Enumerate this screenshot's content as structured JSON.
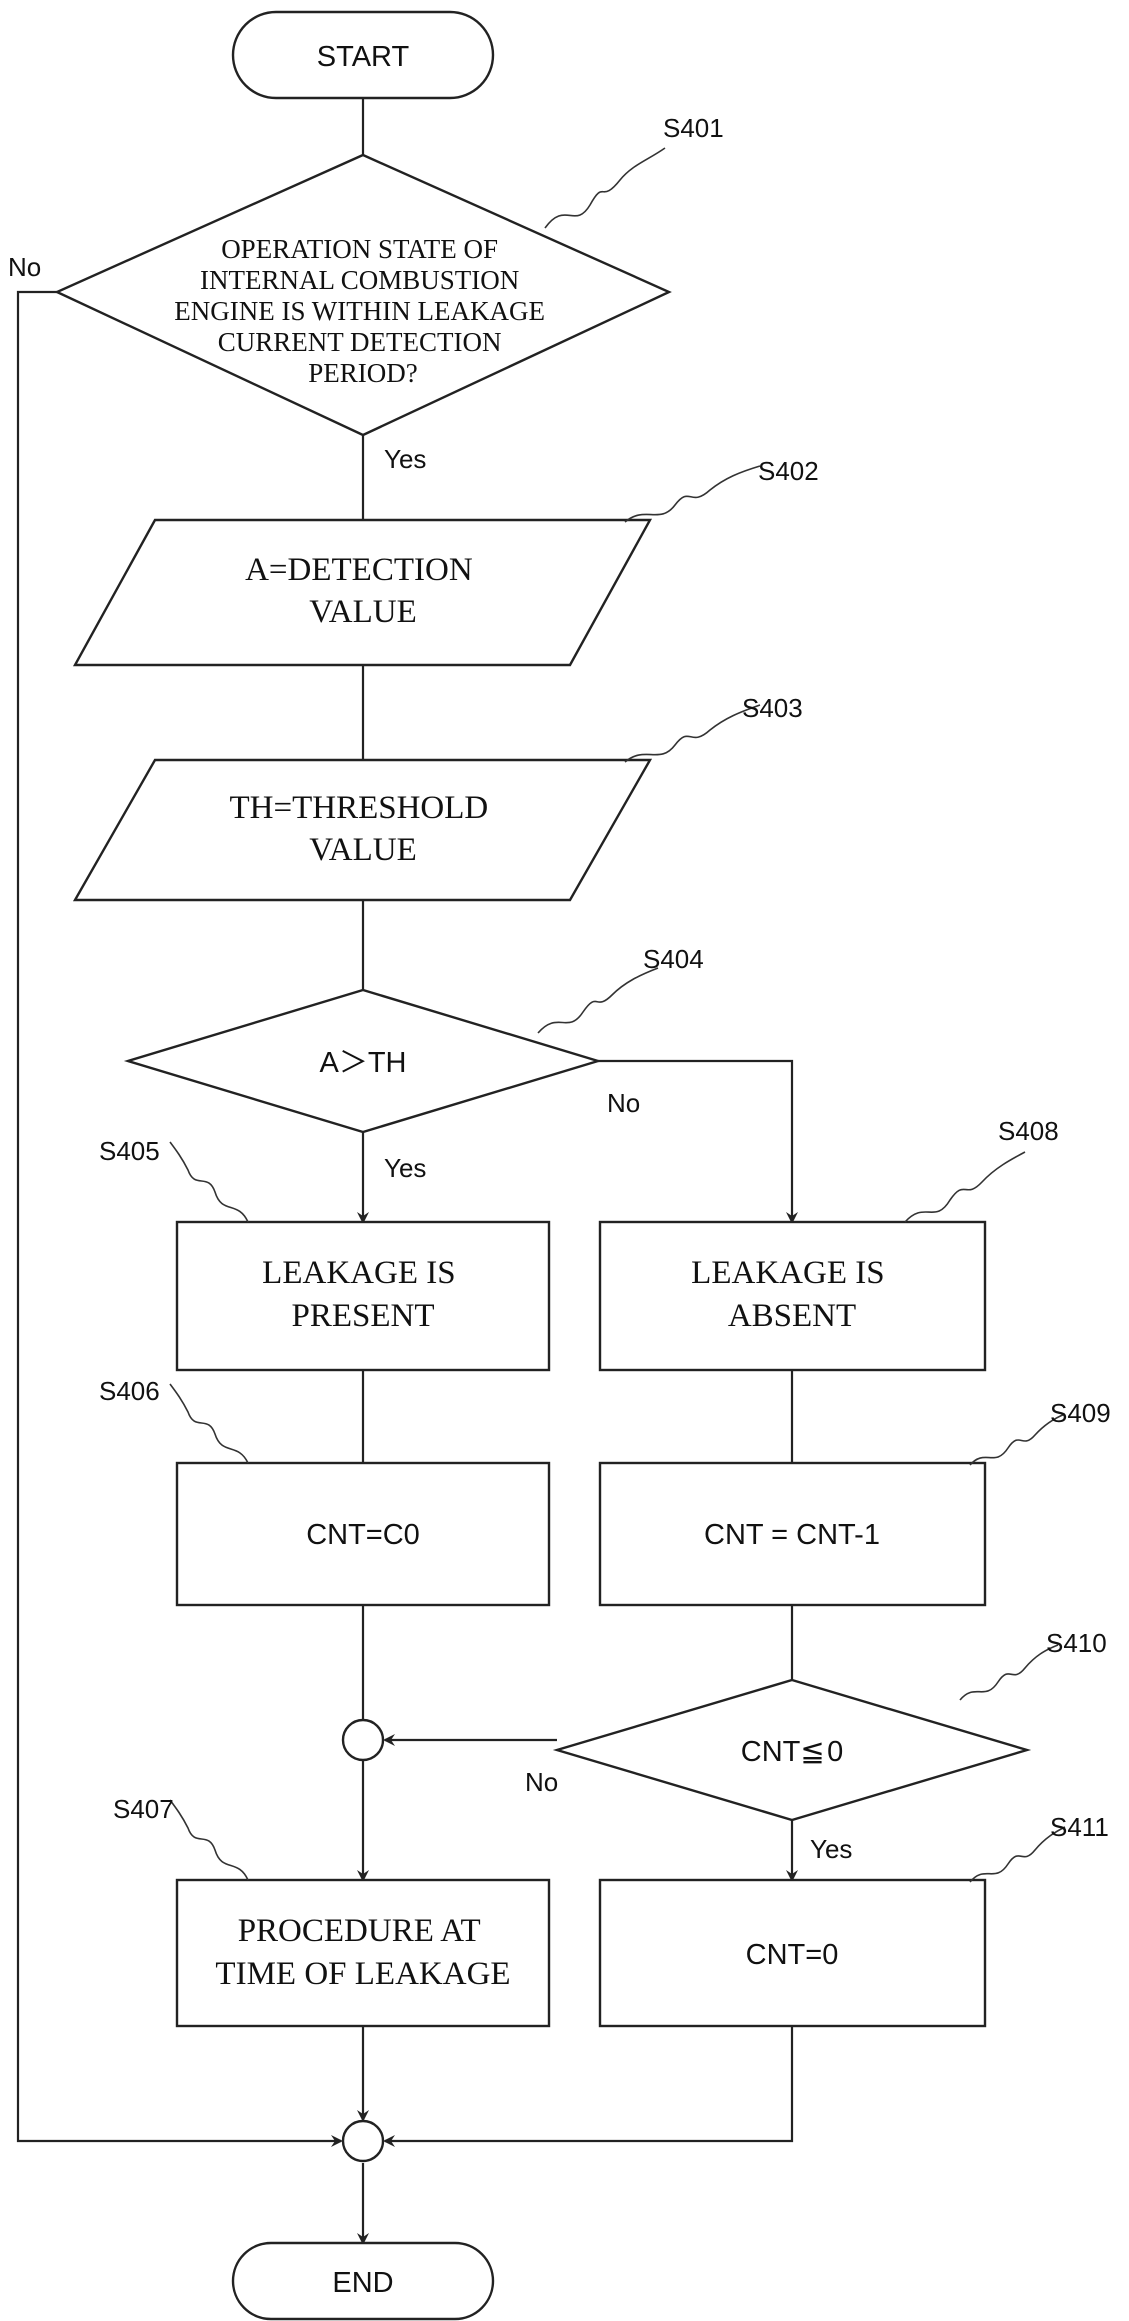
{
  "flowchart": {
    "start": "START",
    "end": "END",
    "s401": {
      "ref": "S401",
      "lines": [
        "OPERATION STATE OF",
        "INTERNAL COMBUSTION",
        "ENGINE IS WITHIN LEAKAGE",
        "CURRENT DETECTION",
        "PERIOD?"
      ],
      "yes": "Yes",
      "no": "No"
    },
    "s402": {
      "ref": "S402",
      "lines": [
        "A=DETECTION",
        "VALUE"
      ]
    },
    "s403": {
      "ref": "S403",
      "lines": [
        "TH=THRESHOLD",
        "VALUE"
      ]
    },
    "s404": {
      "ref": "S404",
      "text": "A＞TH",
      "yes": "Yes",
      "no": "No"
    },
    "s405": {
      "ref": "S405",
      "lines": [
        "LEAKAGE IS",
        "PRESENT"
      ]
    },
    "s406": {
      "ref": "S406",
      "text": "CNT=C0"
    },
    "s407": {
      "ref": "S407",
      "lines": [
        "PROCEDURE AT",
        "TIME OF LEAKAGE"
      ]
    },
    "s408": {
      "ref": "S408",
      "lines": [
        "LEAKAGE IS",
        "ABSENT"
      ]
    },
    "s409": {
      "ref": "S409",
      "text": "CNT = CNT-1"
    },
    "s410": {
      "ref": "S410",
      "text": "CNT≦ 0",
      "yes": "Yes",
      "no": "No"
    },
    "s411": {
      "ref": "S411",
      "text": "CNT=0"
    }
  }
}
